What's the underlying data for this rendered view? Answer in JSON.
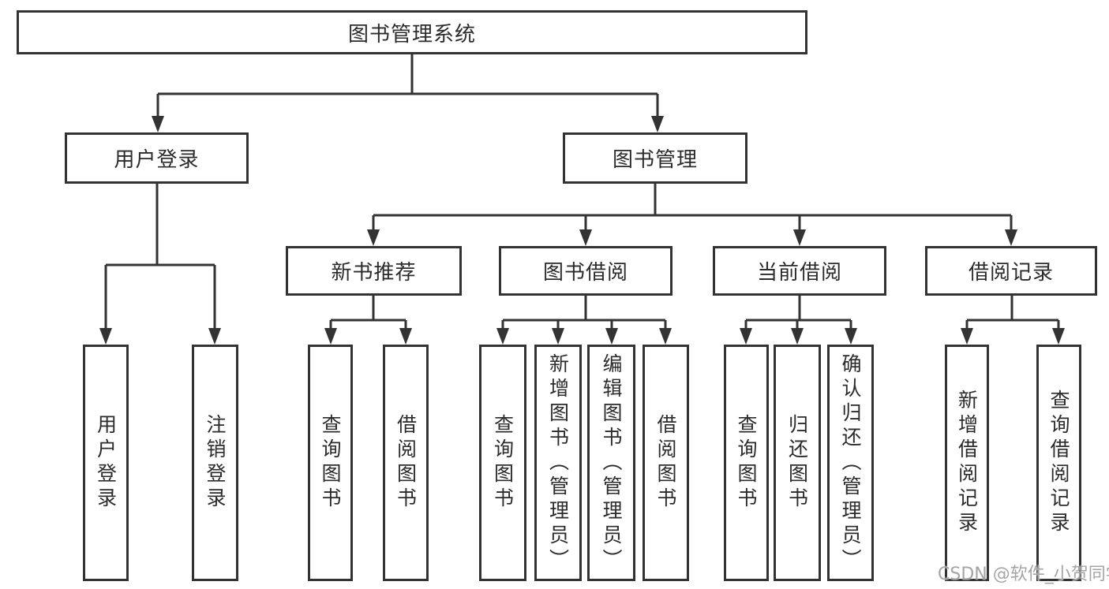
{
  "title": {
    "label": "图书管理系统"
  },
  "watermark": "CSDN @软件_小贺同学",
  "login_branch": {
    "label": "用户登录",
    "children": [
      "用户登录",
      "注销登录"
    ]
  },
  "management_branch": {
    "label": "图书管理",
    "sections": [
      {
        "label": "新书推荐",
        "children": [
          "查询图书",
          "借阅图书"
        ]
      },
      {
        "label": "图书借阅",
        "children": [
          "查询图书",
          "新增图书（管理员）",
          "编辑图书（管理员）",
          "借阅图书"
        ]
      },
      {
        "label": "当前借阅",
        "children": [
          "查询图书",
          "归还图书",
          "确认归还（管理员）"
        ]
      },
      {
        "label": "借阅记录",
        "children": [
          "新增借阅记录",
          "查询借阅记录"
        ]
      }
    ]
  }
}
